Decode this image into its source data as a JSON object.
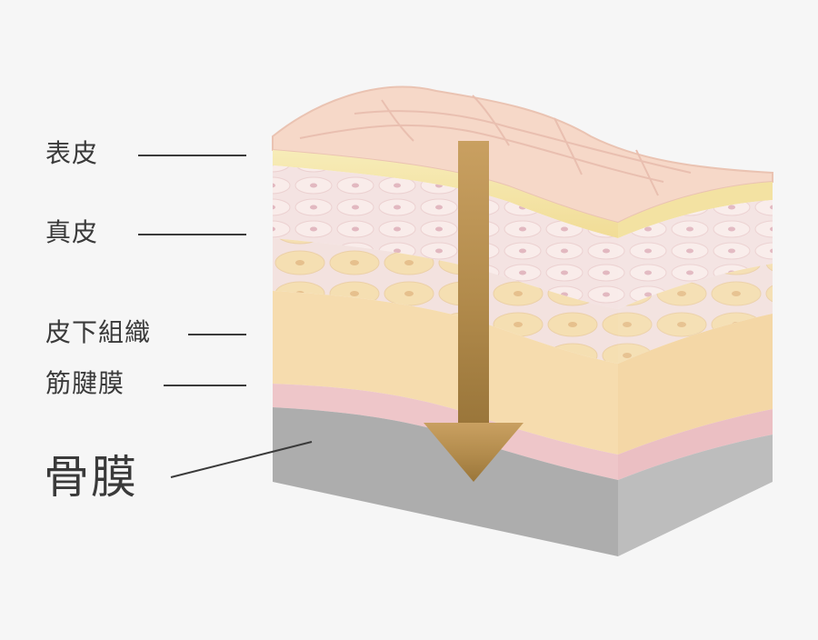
{
  "labels": [
    {
      "key": "epidermis",
      "text": "表皮"
    },
    {
      "key": "dermis",
      "text": "真皮"
    },
    {
      "key": "subcutaneous",
      "text": "皮下組織"
    },
    {
      "key": "fascia",
      "text": "筋腱膜"
    },
    {
      "key": "periosteum",
      "text": "骨膜"
    }
  ],
  "colors": {
    "background": "#f6f6f6",
    "epidermis": "#f6d5c5",
    "dermis_band": "#f5e6a8",
    "cells": "#f3dfdd",
    "subcutaneous": "#f7dcae",
    "fascia": "#ebc1c5",
    "bone": "#a9a9a9",
    "arrow": "#b08a4a"
  },
  "icons": {
    "arrow": "down-arrow-icon"
  }
}
